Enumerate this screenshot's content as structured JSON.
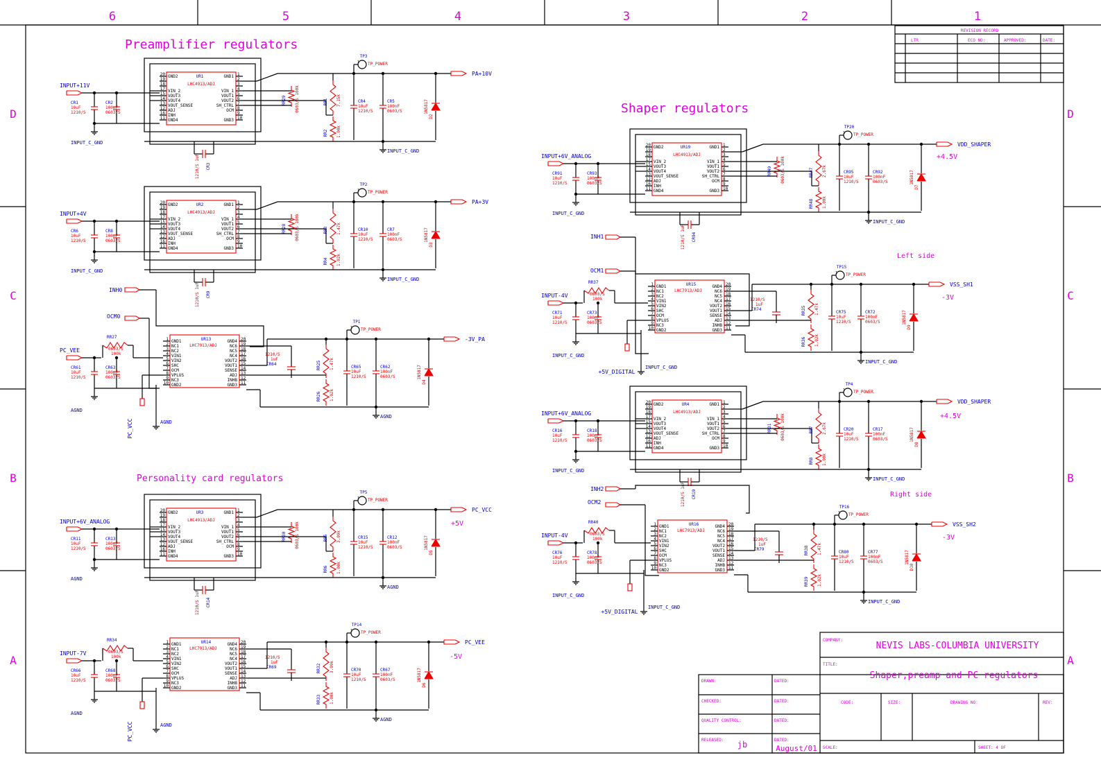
{
  "frame": {
    "columns": [
      "6",
      "5",
      "4",
      "3",
      "2",
      "1"
    ],
    "rows": [
      "D",
      "C",
      "B",
      "A"
    ]
  },
  "sections": {
    "preamp": "Preamplifier regulators",
    "shaper": "Shaper regulators",
    "personality": "Personality card regulators",
    "left_side": "Left side",
    "right_side": "Right side"
  },
  "revision": {
    "title": "REVISION RECORD",
    "headers": [
      "LTR",
      "ECO NO:",
      "APPROVED:",
      "DATE:"
    ]
  },
  "titleblock": {
    "company_label": "COMPANY:",
    "company": "NEVIS LABS-COLUMBIA UNIVERSITY",
    "title_label": "TITLE:",
    "title": "Shaper,preamp and PC regulators",
    "code_label": "CODE:",
    "size_label": "SIZE:",
    "drawing_label": "DRAWING NO:",
    "rev_label": "REV:",
    "scale_label": "SCALE:",
    "sheet_label": "SHEET: 4     OF",
    "drawn_label": "DRAWN:",
    "checked_label": "CHECKED:",
    "quality_label": "QUALITY CONTROL:",
    "released_label": "RELEASED:",
    "dated_label": "DATED:",
    "released_by": "jb",
    "released_date": "August/01"
  },
  "pins_4913_left": [
    [
      "20",
      "GND2"
    ],
    [
      "19",
      ""
    ],
    [
      "18",
      ""
    ],
    [
      "17",
      "VIN_2"
    ],
    [
      "15",
      "VOUT3"
    ],
    [
      "14",
      "VOUT4"
    ],
    [
      "13",
      "VOUT_SENSE"
    ],
    [
      "12",
      "ADJ"
    ],
    [
      "16",
      "INH"
    ],
    [
      "11",
      "GND4"
    ]
  ],
  "pins_4913_right": [
    [
      "1",
      "GND1"
    ],
    [
      "2",
      ""
    ],
    [
      "3",
      ""
    ],
    [
      "4",
      "VIN_1"
    ],
    [
      "5",
      "VOUT1"
    ],
    [
      "6",
      "VOUT2"
    ],
    [
      "7",
      "SH_CTRL"
    ],
    [
      "8",
      "OCM"
    ],
    [
      "9",
      ""
    ],
    [
      "10",
      "GND3"
    ]
  ],
  "pins_7913_left": [
    [
      "1",
      "GND1"
    ],
    [
      "2",
      "NC1"
    ],
    [
      "3",
      "NC2"
    ],
    [
      "4",
      "VIN1"
    ],
    [
      "5",
      "VIN2"
    ],
    [
      "6",
      "SHC"
    ],
    [
      "7",
      "OCM"
    ],
    [
      "8",
      "VPLUS"
    ],
    [
      "9",
      "NC3"
    ],
    [
      "10",
      "GND2"
    ]
  ],
  "pins_7913_right": [
    [
      "20",
      "GND4"
    ],
    [
      "19",
      "NC6"
    ],
    [
      "18",
      "NC5"
    ],
    [
      "17",
      "NC4"
    ],
    [
      "16",
      "VOUT2"
    ],
    [
      "15",
      "VOUT1"
    ],
    [
      "14",
      "SENSE"
    ],
    [
      "13",
      "ADJ"
    ],
    [
      "12",
      "INHB"
    ],
    [
      "11",
      "GND3"
    ]
  ],
  "ic_part_4913": "LHC4913/ADJ",
  "ic_part_7913": "LHC7913/ADJ",
  "tp_power": "TP_POWER",
  "ics": [
    {
      "ref": "UR1"
    },
    {
      "ref": "UR2"
    },
    {
      "ref": "UR13"
    },
    {
      "ref": "UR3"
    },
    {
      "ref": "UR14"
    },
    {
      "ref": "UR19"
    },
    {
      "ref": "UR15"
    },
    {
      "ref": "UR4"
    },
    {
      "ref": "UR16"
    }
  ],
  "regs": [
    {
      "in": "INPUT+11V",
      "gnd": "INPUT_C_GND",
      "out": "PA+10V",
      "tp": "TP3",
      "ci1": [
        "CR1",
        "10uF",
        "1210/S"
      ],
      "ci2": [
        "CR2",
        "100nF",
        "0603/S"
      ],
      "rs": [
        "RR29",
        "0603/S",
        "100k"
      ],
      "rt": [
        "RR1",
        "7.15k"
      ],
      "rb": [
        "RR2",
        "1.00k"
      ],
      "co1": [
        "CR4",
        "10uF",
        "1210/S"
      ],
      "co2": [
        "CR5",
        "100nF",
        "0603/S"
      ],
      "d": [
        "1N5817",
        "D2"
      ],
      "cb": [
        "CR3",
        "1210/S",
        "1uF"
      ],
      "ogn": "INPUT_C_GND"
    },
    {
      "in": "INPUT+4V",
      "gnd": "INPUT_C_GND",
      "out": "PA+3V",
      "tp": "TP2",
      "ci1": [
        "CR6",
        "10uF",
        "1210/S"
      ],
      "ci2": [
        "CR8",
        "100nF",
        "0603/S"
      ],
      "rs": [
        "RR28",
        "0603/S",
        "100k"
      ],
      "rt": [
        "RR3",
        "1.47k"
      ],
      "rb": [
        "RR4",
        "1.02k"
      ],
      "co1": [
        "CR10",
        "10uF",
        "1210/S"
      ],
      "co2": [
        "CR7",
        "100nF",
        "0603/S"
      ],
      "d": [
        "1N5817",
        "D3"
      ],
      "cb": [
        "CR9",
        "1210/S",
        "1uF"
      ],
      "ogn": "INPUT_C_GND"
    },
    {
      "in": "INPUT+6V_ANALOG",
      "gnd": "AGND",
      "out": "PC_VCC",
      "tp": "TP5",
      "ci1": [
        "CR11",
        "10uF",
        "1210/S"
      ],
      "ci2": [
        "CR13",
        "100nF",
        "0603/S"
      ],
      "rs": [
        "RR30",
        "0603/S",
        "100k"
      ],
      "rt": [
        "RR5",
        "3.09k"
      ],
      "rb": [
        "RR6",
        "1.00k"
      ],
      "co1": [
        "CR15",
        "10uF",
        "1210/S"
      ],
      "co2": [
        "CR12",
        "100nF",
        "0603/S"
      ],
      "d": [
        "1N5817",
        "D5"
      ],
      "cb": [
        "CR14",
        "1210/S",
        "1uF"
      ],
      "ogn": "AGND"
    },
    {
      "in": "INPUT+6V_ANALOG",
      "gnd": "INPUT_C_GND",
      "out": "VDD_SHAPER",
      "tp": "TP20",
      "ci1": [
        "CR91",
        "10uF",
        "1210/S"
      ],
      "ci2": [
        "CR93",
        "100nF",
        "0603/S"
      ],
      "rs": [
        "RR49",
        "0603/S",
        "100k"
      ],
      "rt": [
        "RR47",
        "2.67k"
      ],
      "rb": [
        "RR48",
        "1.00k"
      ],
      "co1": [
        "CR95",
        "10uF",
        "1210/S"
      ],
      "co2": [
        "CR92",
        "100nF",
        "0603/S"
      ],
      "d": [
        "1N5817",
        "D7"
      ],
      "cb": [
        "CR94",
        "1210/S",
        "1uF"
      ],
      "ogn": "INPUT_C_GND"
    },
    {
      "in": "INPUT+6V_ANALOG",
      "gnd": "INPUT_C_GND",
      "out": "VDD_SHAPER",
      "tp": "TP4",
      "ci1": [
        "CR16",
        "10uF",
        "1210/S"
      ],
      "ci2": [
        "CR18",
        "100nF",
        "0603/S"
      ],
      "rs": [
        "RR31",
        "0603/S",
        "100k"
      ],
      "rt": [
        "RR7",
        "2.67k"
      ],
      "rb": [
        "RR8",
        "1.00k"
      ],
      "co1": [
        "CR20",
        "10uF",
        "1210/S"
      ],
      "co2": [
        "CR17",
        "100nF",
        "0603/S"
      ],
      "d": [
        "1N5817",
        "D8"
      ],
      "cb": [
        "CR19",
        "1210/S",
        "1uF"
      ],
      "ogn": "INPUT_C_GND"
    }
  ],
  "nregs": [
    {
      "in": "PC_VEE",
      "gnd": "AGND",
      "out": "-3V_PA",
      "tp": "TP1",
      "vcc": "PC_VCC",
      "vgnd": "AGND",
      "ri": [
        "RR27",
        "0603/S",
        "100k"
      ],
      "ci1": [
        "CR61",
        "10uF",
        "1210/S"
      ],
      "ci2": [
        "CR63",
        "100nF",
        "0603/S"
      ],
      "cb": [
        "1210/S",
        "1uF",
        "CR64"
      ],
      "rt": [
        "RR25",
        "1.47k"
      ],
      "rb": [
        "RR26",
        "1.02k"
      ],
      "co1": [
        "CR65",
        "10uF",
        "1210/S"
      ],
      "co2": [
        "CR62",
        "100nF",
        "0603/S"
      ],
      "d": [
        "1N5817",
        "D4"
      ],
      "ogn": "AGND"
    },
    {
      "in": "INPUT-7V",
      "gnd": "AGND",
      "out": "PC_VEE",
      "tp": "TP14",
      "vcc": "PC_VCC",
      "vgnd": "AGND",
      "ri": [
        "RR34",
        "0603/S",
        "100k"
      ],
      "ci1": [
        "CR66",
        "10uF",
        "1210/S"
      ],
      "ci2": [
        "CR68",
        "100nF",
        "0603/S"
      ],
      "cb": [
        "1210/S",
        "1uF",
        "CR69"
      ],
      "rt": [
        "RR32",
        "3.09k"
      ],
      "rb": [
        "RR33",
        "1.00k"
      ],
      "co1": [
        "CR70",
        "10uF",
        "1210/S"
      ],
      "co2": [
        "CR67",
        "100nF",
        "0603/S"
      ],
      "d": [
        "1N5817",
        "D6"
      ],
      "ogn": "AGND"
    },
    {
      "in": "INPUT-4V",
      "gnd": "INPUT_C_GND",
      "out": "VSS_SH1",
      "tp": "TP15",
      "vcc": "+5V_DIGITAL",
      "vgnd": "INPUT_C_GND",
      "ri": [
        "RR37",
        "0603/S",
        "100k"
      ],
      "ci1": [
        "CR71",
        "10uF",
        "1210/S"
      ],
      "ci2": [
        "CR73",
        "100nF",
        "0603/S"
      ],
      "cb": [
        "1210/S",
        "1uF",
        "CR74"
      ],
      "rt": [
        "RR35",
        "1.47k"
      ],
      "rb": [
        "RR36",
        "1.02k"
      ],
      "co1": [
        "CR75",
        "10uF",
        "1210/S"
      ],
      "co2": [
        "CR72",
        "100nF",
        "0603/S"
      ],
      "d": [
        "1N5817",
        "D9"
      ],
      "ogn": "INPUT_C_GND"
    },
    {
      "in": "INPUT-4V",
      "gnd": "INPUT_C_GND",
      "out": "VSS_SH2",
      "tp": "TP16",
      "vcc": "+5V_DIGITAL",
      "vgnd": "INPUT_C_GND",
      "ri": [
        "RR40",
        "0603/S",
        "100k"
      ],
      "ci1": [
        "CR76",
        "10uF",
        "1210/S"
      ],
      "ci2": [
        "CR78",
        "100nF",
        "0603/S"
      ],
      "cb": [
        "1210/S",
        "1uF",
        "CR79"
      ],
      "rt": [
        "RR38",
        "1.47k"
      ],
      "rb": [
        "RR39",
        "1.02k"
      ],
      "co1": [
        "CR80",
        "10uF",
        "1210/S"
      ],
      "co2": [
        "CR77",
        "100nF",
        "0603/S"
      ],
      "d": [
        "1N5817",
        "D10"
      ],
      "ogn": "INPUT_C_GND"
    }
  ],
  "volt_labels": [
    "+4.5V",
    "+4.5V",
    "-3V",
    "-3V",
    "+5V",
    "-5V"
  ],
  "nets": {
    "inh0": "INH0",
    "ocm0": "OCM0",
    "inh1": "INH1",
    "ocm1": "OCM1",
    "inh2": "INH2",
    "ocm2": "OCM2"
  }
}
